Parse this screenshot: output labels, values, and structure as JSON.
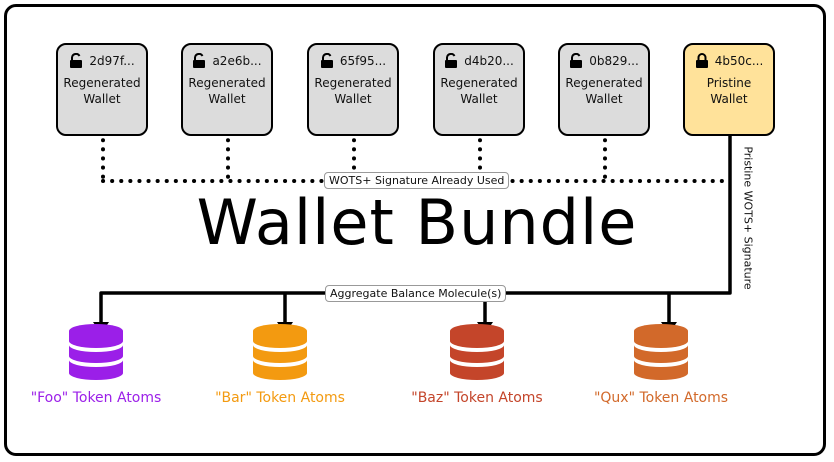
{
  "diagram": {
    "title": "Wallet Bundle",
    "used_label": "WOTS+ Signature Already Used",
    "pristine_label": "Pristine WOTS+ Signature",
    "aggregate_label": "Aggregate Balance Molecule(s)"
  },
  "wallets": [
    {
      "id": "2d97f...",
      "line1": "Regenerated",
      "line2": "Wallet",
      "lock": "open-lock-icon"
    },
    {
      "id": "a2e6b...",
      "line1": "Regenerated",
      "line2": "Wallet",
      "lock": "open-lock-icon"
    },
    {
      "id": "65f95...",
      "line1": "Regenerated",
      "line2": "Wallet",
      "lock": "open-lock-icon"
    },
    {
      "id": "d4b20...",
      "line1": "Regenerated",
      "line2": "Wallet",
      "lock": "open-lock-icon"
    },
    {
      "id": "0b829...",
      "line1": "Regenerated",
      "line2": "Wallet",
      "lock": "open-lock-icon"
    },
    {
      "id": "4b50c...",
      "line1": "Pristine",
      "line2": "Wallet",
      "lock": "closed-lock-icon"
    }
  ],
  "atoms": [
    {
      "label": "\"Foo\" Token Atoms",
      "color": "#9b1fe8"
    },
    {
      "label": "\"Bar\" Token Atoms",
      "color": "#f39a10"
    },
    {
      "label": "\"Baz\" Token Atoms",
      "color": "#c4452a"
    },
    {
      "label": "\"Qux\" Token Atoms",
      "color": "#d2692a"
    }
  ],
  "colors": {
    "regenerated_fill": "#dcdcdc",
    "pristine_fill": "#ffe29a"
  }
}
